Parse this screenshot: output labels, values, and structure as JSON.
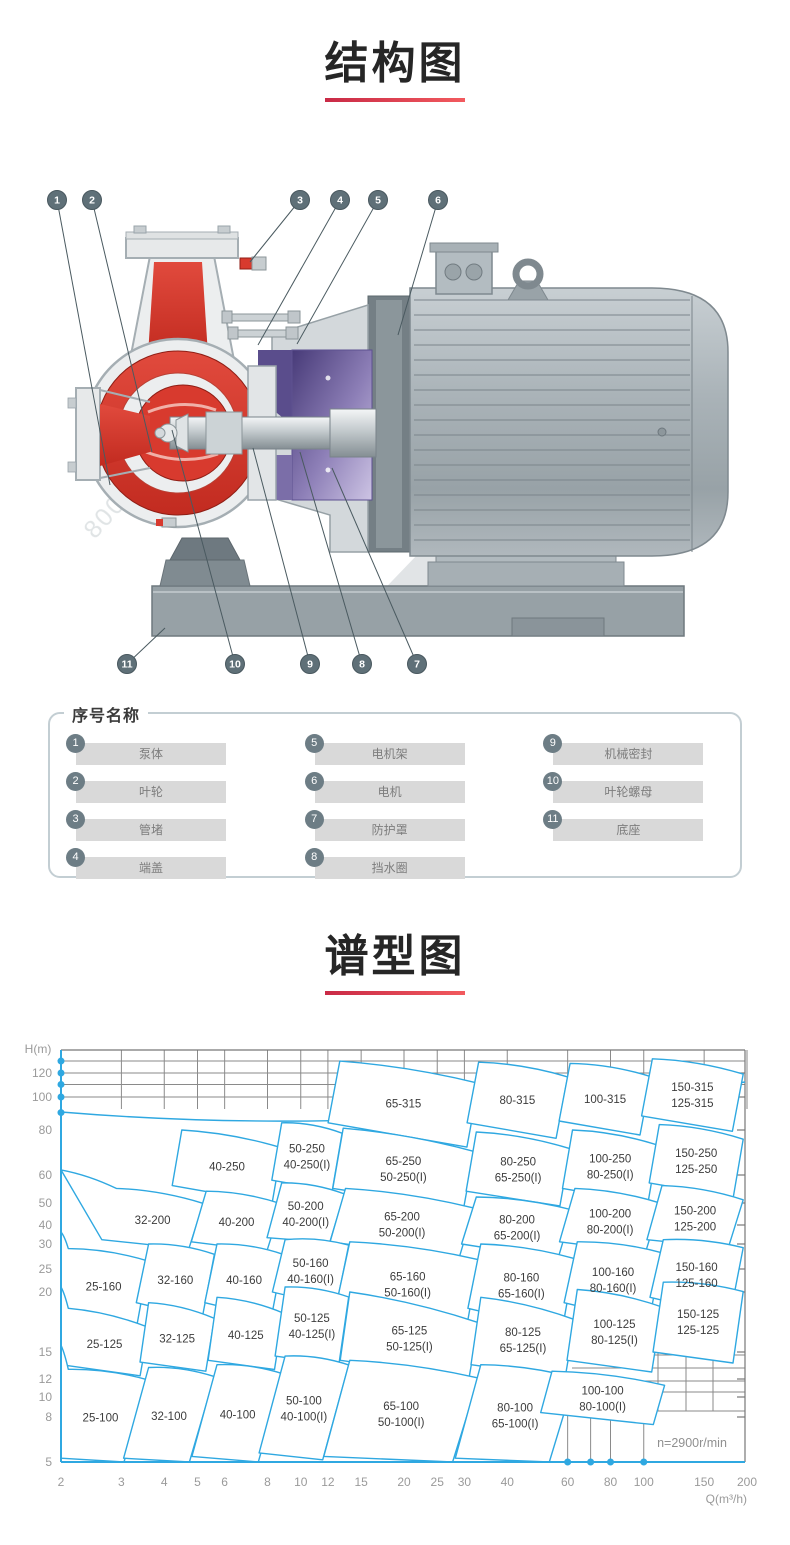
{
  "page": {
    "structure_title": "结构图",
    "spectrum_title": "谱型图"
  },
  "diagram": {
    "watermark": "800-820-6570",
    "callouts_top": [
      "1",
      "2",
      "3",
      "4",
      "5",
      "6"
    ],
    "callouts_bottom": [
      "11",
      "10",
      "9",
      "8",
      "7"
    ]
  },
  "parts_panel": {
    "title": "序号名称",
    "columns": [
      [
        {
          "num": "1",
          "name": "泵体"
        },
        {
          "num": "2",
          "name": "叶轮"
        },
        {
          "num": "3",
          "name": "管堵"
        },
        {
          "num": "4",
          "name": "端盖"
        }
      ],
      [
        {
          "num": "5",
          "name": "电机架"
        },
        {
          "num": "6",
          "name": "电机"
        },
        {
          "num": "7",
          "name": "防护罩"
        },
        {
          "num": "8",
          "name": "挡水圈"
        }
      ],
      [
        {
          "num": "9",
          "name": "机械密封"
        },
        {
          "num": "10",
          "name": "叶轮螺母"
        },
        {
          "num": "11",
          "name": "底座"
        }
      ]
    ]
  },
  "chart_data": {
    "type": "area",
    "subtype": "pump-selection-zone-map",
    "title": "谱型图",
    "xlabel": "Q(m³/h)",
    "ylabel": "H(m)",
    "x_ticks": [
      "2",
      "3",
      "4",
      "5",
      "6",
      "8",
      "10",
      "12",
      "15",
      "20",
      "25",
      "30",
      "40",
      "60",
      "80",
      "100",
      "150",
      "200"
    ],
    "y_ticks": [
      "120",
      "100",
      "80",
      "60",
      "50",
      "40",
      "30",
      "25",
      "20",
      "15",
      "12",
      "10",
      "8",
      "5"
    ],
    "x_range": [
      2,
      200
    ],
    "y_range": [
      5,
      140
    ],
    "x_scale": "log",
    "y_scale": "log",
    "grid": "partial",
    "legend_position": "none",
    "annotation": "n=2900r/min",
    "axis_dot_heads": [
      130,
      120,
      110,
      100,
      90
    ],
    "axis_dot_flows": [
      60,
      70,
      80,
      100
    ],
    "zones": [
      {
        "labels": [
          "65-315"
        ],
        "q": [
          13,
          33
        ],
        "h": [
          130,
          84
        ]
      },
      {
        "labels": [
          "80-315"
        ],
        "q": [
          33,
          60
        ],
        "h": [
          129,
          84
        ]
      },
      {
        "labels": [
          "100-315"
        ],
        "q": [
          61,
          105
        ],
        "h": [
          128,
          85
        ]
      },
      {
        "labels": [
          "150-315",
          "125-315"
        ],
        "q": [
          106,
          195
        ],
        "h": [
          132,
          88
        ]
      },
      {
        "labels": [
          "40-250"
        ],
        "q": [
          4.5,
          8.8
        ],
        "h": [
          80,
          56
        ]
      },
      {
        "labels": [
          "50-250",
          "40-250(I)"
        ],
        "q": [
          8.8,
          13.2
        ],
        "h": [
          84,
          58
        ]
      },
      {
        "labels": [
          "65-250",
          "50-250(I)"
        ],
        "q": [
          13.3,
          32
        ],
        "h": [
          81,
          55
        ]
      },
      {
        "labels": [
          "80-250",
          "65-250(I)"
        ],
        "q": [
          32.5,
          61
        ],
        "h": [
          79,
          54
        ]
      },
      {
        "labels": [
          "100-250",
          "80-250(I)"
        ],
        "q": [
          62,
          110
        ],
        "h": [
          80,
          55
        ]
      },
      {
        "labels": [
          "150-250",
          "125-250"
        ],
        "q": [
          111,
          195
        ],
        "h": [
          83,
          57
        ]
      },
      {
        "labels": [
          "32-200"
        ],
        "q": [
          2.9,
          5.2
        ],
        "h": [
          55,
          32
        ],
        "ax": 62
      },
      {
        "labels": [
          "40-200"
        ],
        "q": [
          5.3,
          8.8
        ],
        "h": [
          54,
          31
        ]
      },
      {
        "labels": [
          "50-200",
          "40-200(I)"
        ],
        "q": [
          8.8,
          13.4
        ],
        "h": [
          57,
          33
        ]
      },
      {
        "labels": [
          "65-200",
          "50-200(I)"
        ],
        "q": [
          13.5,
          32
        ],
        "h": [
          55,
          31
        ]
      },
      {
        "labels": [
          "80-200",
          "65-200(I)"
        ],
        "q": [
          32.5,
          62
        ],
        "h": [
          52,
          30
        ]
      },
      {
        "labels": [
          "100-200",
          "80-200(I)"
        ],
        "q": [
          63,
          112
        ],
        "h": [
          55,
          31
        ]
      },
      {
        "labels": [
          "150-200",
          "125-200"
        ],
        "q": [
          113,
          195
        ],
        "h": [
          56,
          32
        ]
      },
      {
        "labels": [
          "25-160"
        ],
        "q": [
          2.1,
          3.6
        ],
        "h": [
          29,
          18.5
        ],
        "ax": 36
      },
      {
        "labels": [
          "32-160"
        ],
        "q": [
          3.6,
          5.6
        ],
        "h": [
          30,
          19
        ]
      },
      {
        "labels": [
          "40-160"
        ],
        "q": [
          5.7,
          8.9
        ],
        "h": [
          30,
          19
        ]
      },
      {
        "labels": [
          "50-160",
          "40-160(I)"
        ],
        "q": [
          9,
          13.8
        ],
        "h": [
          32,
          20
        ]
      },
      {
        "labels": [
          "65-160",
          "50-160(I)"
        ],
        "q": [
          13.9,
          33
        ],
        "h": [
          31,
          19
        ]
      },
      {
        "labels": [
          "80-160",
          "65-160(I)"
        ],
        "q": [
          33.5,
          63
        ],
        "h": [
          30,
          18.5
        ]
      },
      {
        "labels": [
          "100-160",
          "80-160(I)"
        ],
        "q": [
          64,
          113
        ],
        "h": [
          31,
          19
        ]
      },
      {
        "labels": [
          "150-160",
          "125-160"
        ],
        "q": [
          114,
          195
        ],
        "h": [
          32,
          19.5
        ]
      },
      {
        "labels": [
          "25-125"
        ],
        "q": [
          2.1,
          3.6
        ],
        "h": [
          18.5,
          13.5
        ],
        "ax": 21
      },
      {
        "labels": [
          "32-125"
        ],
        "q": [
          3.6,
          5.6
        ],
        "h": [
          19,
          13.8
        ]
      },
      {
        "labels": [
          "40-125"
        ],
        "q": [
          5.7,
          8.9
        ],
        "h": [
          19.5,
          14
        ]
      },
      {
        "labels": [
          "50-125",
          "40-125(I)"
        ],
        "q": [
          9,
          13.8
        ],
        "h": [
          21,
          14.5
        ]
      },
      {
        "labels": [
          "65-125",
          "50-125(I)"
        ],
        "q": [
          13.9,
          33
        ],
        "h": [
          20,
          14
        ]
      },
      {
        "labels": [
          "80-125",
          "65-125(I)"
        ],
        "q": [
          33.5,
          63
        ],
        "h": [
          19.5,
          13.5
        ]
      },
      {
        "labels": [
          "100-125",
          "80-125(I)"
        ],
        "q": [
          64,
          113
        ],
        "h": [
          20.5,
          14
        ]
      },
      {
        "labels": [
          "150-125",
          "125-125"
        ],
        "q": [
          114,
          195
        ],
        "h": [
          22,
          15
        ]
      },
      {
        "labels": [
          "25-100"
        ],
        "q": [
          2.1,
          3.6
        ],
        "h": [
          13,
          5.2
        ],
        "ax": 15.5
      },
      {
        "labels": [
          "32-100"
        ],
        "q": [
          3.6,
          5.6
        ],
        "h": [
          13.2,
          5.2
        ]
      },
      {
        "labels": [
          "40-100"
        ],
        "q": [
          5.7,
          8.9
        ],
        "h": [
          13.5,
          5.3
        ]
      },
      {
        "labels": [
          "50-100",
          "40-100(I)"
        ],
        "q": [
          9,
          13.8
        ],
        "h": [
          14.5,
          5.5
        ]
      },
      {
        "labels": [
          "65-100",
          "50-100(I)"
        ],
        "q": [
          13.9,
          33
        ],
        "h": [
          14,
          5.3
        ]
      },
      {
        "labels": [
          "80-100",
          "65-100(I)"
        ],
        "q": [
          33.5,
          63
        ],
        "h": [
          13.5,
          5.2
        ]
      },
      {
        "labels": [
          "100-100",
          "80-100(I)"
        ],
        "q": [
          54,
          115
        ],
        "h": [
          12.8,
          8.4
        ]
      }
    ]
  },
  "colors": {
    "accent_red": "#d6304a",
    "chart_blue": "#2fa8e1",
    "pump_red": "#d83a2e",
    "seal_purple": "#6a5c9e",
    "metal_gray": "#aab3b8",
    "tick_gray": "#9a9a9a"
  }
}
